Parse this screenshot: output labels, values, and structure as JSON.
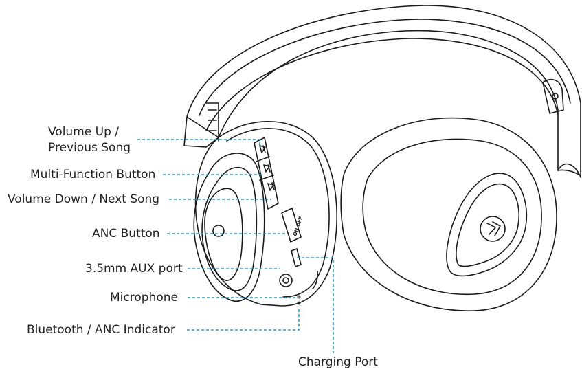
{
  "colors": {
    "outline": "#1a1a1a",
    "leader": "#1b9fcf",
    "text": "#222222"
  },
  "callouts": {
    "volume_up_line1": "Volume Up /",
    "volume_up_line2": "Previous Song",
    "multi_function": "Multi-Function Button",
    "volume_down": "Volume Down / Next Song",
    "anc_button": "ANC Button",
    "aux_port": "3.5mm AUX port",
    "microphone": "Microphone",
    "indicator": "Bluetooth / ANC Indicator",
    "charging_port": "Charging Port"
  },
  "switch_text": "ON OFF"
}
